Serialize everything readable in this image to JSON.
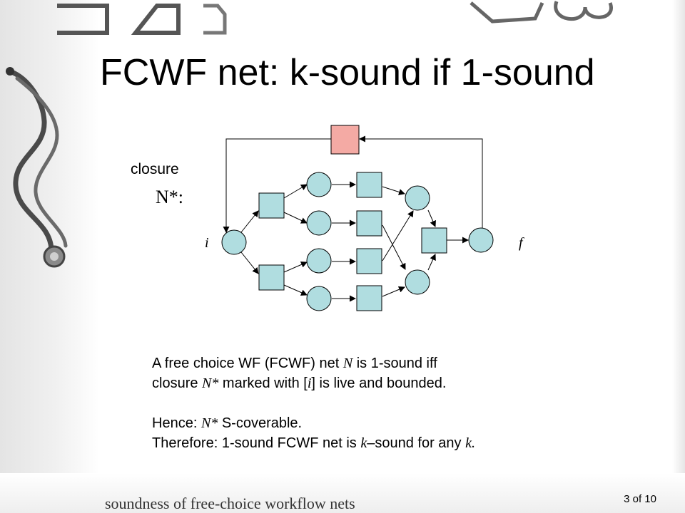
{
  "slide": {
    "title": "FCWF net: k-sound if 1-sound",
    "diagram": {
      "closure_label": "closure",
      "closure_symbol": "N*:",
      "source_place_label": "i",
      "sink_place_label": "f",
      "place_color": "#b0dde0",
      "transition_color": "#b0dde0",
      "closure_transition_color": "#f4aaa4"
    },
    "body": {
      "line1_a": "A free choice WF (FCWF) net ",
      "line1_n": "N",
      "line1_b": " is 1-sound iff",
      "line2_a": "closure ",
      "line2_n": "N*",
      "line2_b": " marked with [",
      "line2_i": "i",
      "line2_c": "] is live and bounded.",
      "line3_a": "Hence: ",
      "line3_n": "N*",
      "line3_b": " S-coverable.",
      "line4_a": "Therefore: 1-sound FCWF net is ",
      "line4_k": "k",
      "line4_b": "–sound for any ",
      "line4_k2": "k."
    },
    "footer": "soundness of free-choice workflow nets",
    "page_number": "3 of 10"
  }
}
